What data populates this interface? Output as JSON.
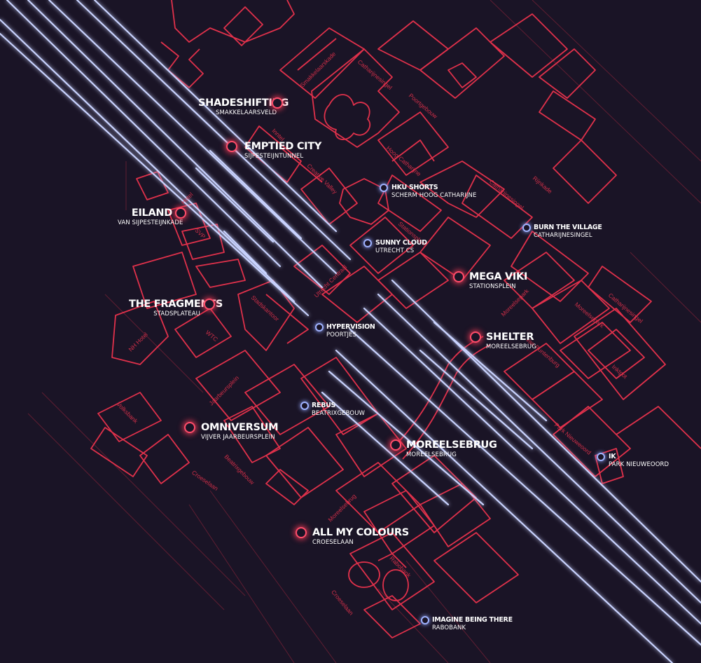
{
  "colors": {
    "background": "#1a1426",
    "street_lines": "#e0314b",
    "rail_glow": "#9fb2ff",
    "major_marker": "#ff4d6a",
    "minor_marker": "#9fb2ff"
  },
  "locations": [
    {
      "id": "shadeshifting",
      "title": "SHADESHIFTING",
      "subtitle": "SMAKKELAARSVELD",
      "kind": "major",
      "icon": "circle-marker"
    },
    {
      "id": "emptied-city",
      "title": "EMPTIED CITY",
      "subtitle": "SIJPESTEIJNTUNNEL",
      "kind": "major",
      "icon": "circle-marker"
    },
    {
      "id": "eiland",
      "title": "EILAND",
      "subtitle": "VAN SIJPESTEIJNKADE",
      "kind": "major",
      "icon": "circle-marker"
    },
    {
      "id": "the-fragments",
      "title": "THE FRAGMENTS",
      "subtitle": "STADSPLATEAU",
      "kind": "major",
      "icon": "circle-marker"
    },
    {
      "id": "omniversum",
      "title": "OMNIVERSUM",
      "subtitle": "VIJVER JAARBEURSPLEIN",
      "kind": "major",
      "icon": "circle-marker"
    },
    {
      "id": "all-my-colours",
      "title": "ALL MY COLOURS",
      "subtitle": "CROESELAAN",
      "kind": "major",
      "icon": "circle-marker"
    },
    {
      "id": "moreelsebrug",
      "title": "MOREELSEBRUG",
      "subtitle": "MOREELSEBRUG",
      "kind": "major",
      "icon": "circle-marker"
    },
    {
      "id": "mega-viki",
      "title": "MEGA VIKI",
      "subtitle": "STATIONSPLEIN",
      "kind": "major",
      "icon": "circle-marker"
    },
    {
      "id": "shelter",
      "title": "SHELTER",
      "subtitle": "MOREELSEBRUG",
      "kind": "major",
      "icon": "circle-marker"
    },
    {
      "id": "hku-shorts",
      "title": "HKU SHORTS",
      "subtitle": "SCHERM HOOG CATHARIJNE",
      "kind": "minor",
      "icon": "circle-marker"
    },
    {
      "id": "burn-the-village",
      "title": "BURN THE VILLAGE",
      "subtitle": "CATHARIJNESINGEL",
      "kind": "minor",
      "icon": "circle-marker"
    },
    {
      "id": "sunny-cloud",
      "title": "SUNNY CLOUD",
      "subtitle": "UTRECHT CS",
      "kind": "minor",
      "icon": "circle-marker"
    },
    {
      "id": "hypervision",
      "title": "HYPERVISION",
      "subtitle": "POORTJES",
      "kind": "minor",
      "icon": "circle-marker"
    },
    {
      "id": "rebus",
      "title": "REBUS",
      "subtitle": "BEATRIXGEBOUW",
      "kind": "minor",
      "icon": "circle-marker"
    },
    {
      "id": "ik",
      "title": "IK",
      "subtitle": "PARK NIEUWEOORD",
      "kind": "minor",
      "icon": "circle-marker"
    },
    {
      "id": "imagine-being-there",
      "title": "IMAGINE BEING THERE",
      "subtitle": "RABOBANK",
      "kind": "minor",
      "icon": "circle-marker"
    }
  ],
  "streets": {
    "smakkelaarskade": "Smakkelaarskade",
    "catharijnesingel_top": "Catharijnesingel",
    "poortgebouw": "Poortgebouw",
    "hoog_catharijne": "Hoog Catharijne",
    "catharijnesingel_mid": "Catharijnesingel",
    "rijnkade": "Rijnkade",
    "creative_valley": "Creative Valley",
    "inntel": "Inntel",
    "hotel": "Hotel",
    "svp": "SVP",
    "stationsplein": "Stationsplein",
    "utrecht_centraal": "Utrecht Centraal",
    "stadskantoor": "Stadskantoor",
    "wtc": "WTC",
    "nh_hotel": "NH Hotel",
    "jaarbeursplein": "Jaarbeursplein",
    "volksbank": "Volksbank",
    "croeselaan_left": "Croeselaan",
    "beatrixgebouw": "Beatrixgebouw",
    "moreelsebrug": "Moreelsebrug",
    "rabobank": "Rabobank",
    "croeselaan_bottom": "Croeselaan",
    "moreelsepark_top": "Moreelsepark",
    "moreelsepark": "Moreelsepark",
    "van_puntenburg": "Van Puntenburg",
    "catharijnesingel_right": "Catharijnesingel",
    "inktpot": "Inktpot",
    "park_nieuweoord": "Park Nieuweoord"
  }
}
